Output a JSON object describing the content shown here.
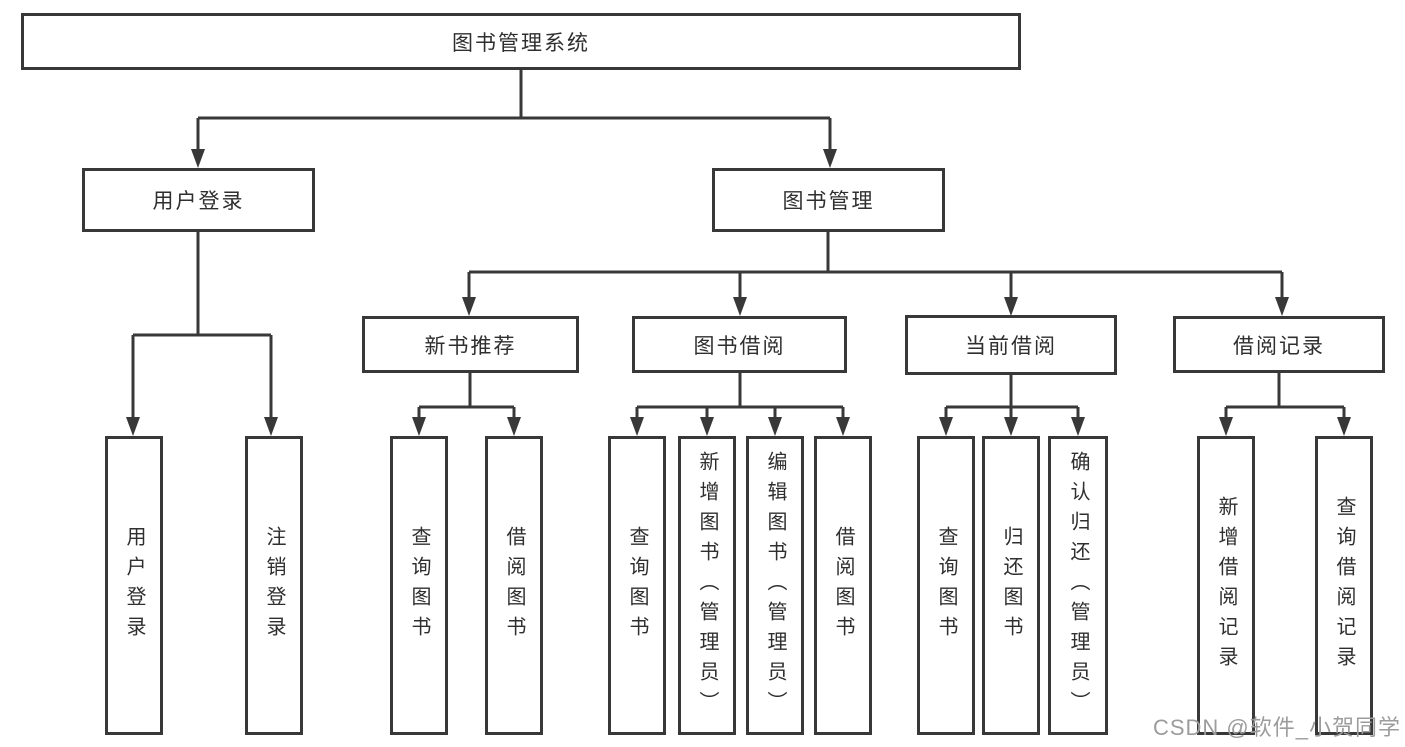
{
  "nodes": {
    "root": "图书管理系统",
    "user_login": "用户登录",
    "book_mgmt": "图书管理",
    "new_book_rec": "新书推荐",
    "book_borrow": "图书借阅",
    "current_borrow": "当前借阅",
    "borrow_records": "借阅记录",
    "leaf_user_login": "用户登录",
    "leaf_logout": "注销登录",
    "leaf_nbr_query": "查询图书",
    "leaf_nbr_borrow": "借阅图书",
    "leaf_bb_query": "查询图书",
    "leaf_bb_add": "新增图书（管理员）",
    "leaf_bb_edit": "编辑图书（管理员）",
    "leaf_bb_borrow": "借阅图书",
    "leaf_cb_query": "查询图书",
    "leaf_cb_return": "归还图书",
    "leaf_cb_confirm": "确认归还（管理员）",
    "leaf_br_add": "新增借阅记录",
    "leaf_br_query": "查询借阅记录"
  },
  "watermark": "CSDN @软件_小贺同学",
  "colors": {
    "line": "#383838",
    "text": "#2f2f2f",
    "watermark": "#9c9c9c",
    "background": "#ffffff"
  }
}
